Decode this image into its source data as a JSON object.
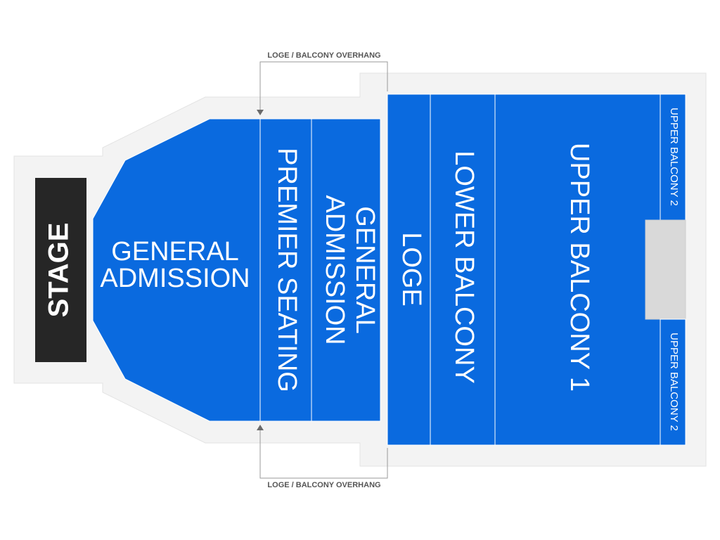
{
  "stage": {
    "label": "STAGE"
  },
  "sections": {
    "general_admission_floor": {
      "line1": "GENERAL",
      "line2": "ADMISSION"
    },
    "premier_seating": {
      "label": "PREMIER SEATING"
    },
    "general_admission_rear": {
      "line1": "GENERAL",
      "line2": "ADMISSION"
    },
    "loge": {
      "label": "LOGE"
    },
    "lower_balcony": {
      "label": "LOWER BALCONY"
    },
    "upper_balcony_1": {
      "label": "UPPER BALCONY 1"
    },
    "upper_balcony_2_top": {
      "label": "UPPER BALCONY 2"
    },
    "upper_balcony_2_bottom": {
      "label": "UPPER BALCONY 2"
    }
  },
  "annotations": {
    "overhang_top": "LOGE / BALCONY OVERHANG",
    "overhang_bottom": "LOGE / BALCONY OVERHANG"
  },
  "colors": {
    "section_fill": "#0a6adf",
    "stage_fill": "#262626",
    "venue_outline": "#f3f3f3",
    "blocked_area": "#d9d9d9"
  }
}
